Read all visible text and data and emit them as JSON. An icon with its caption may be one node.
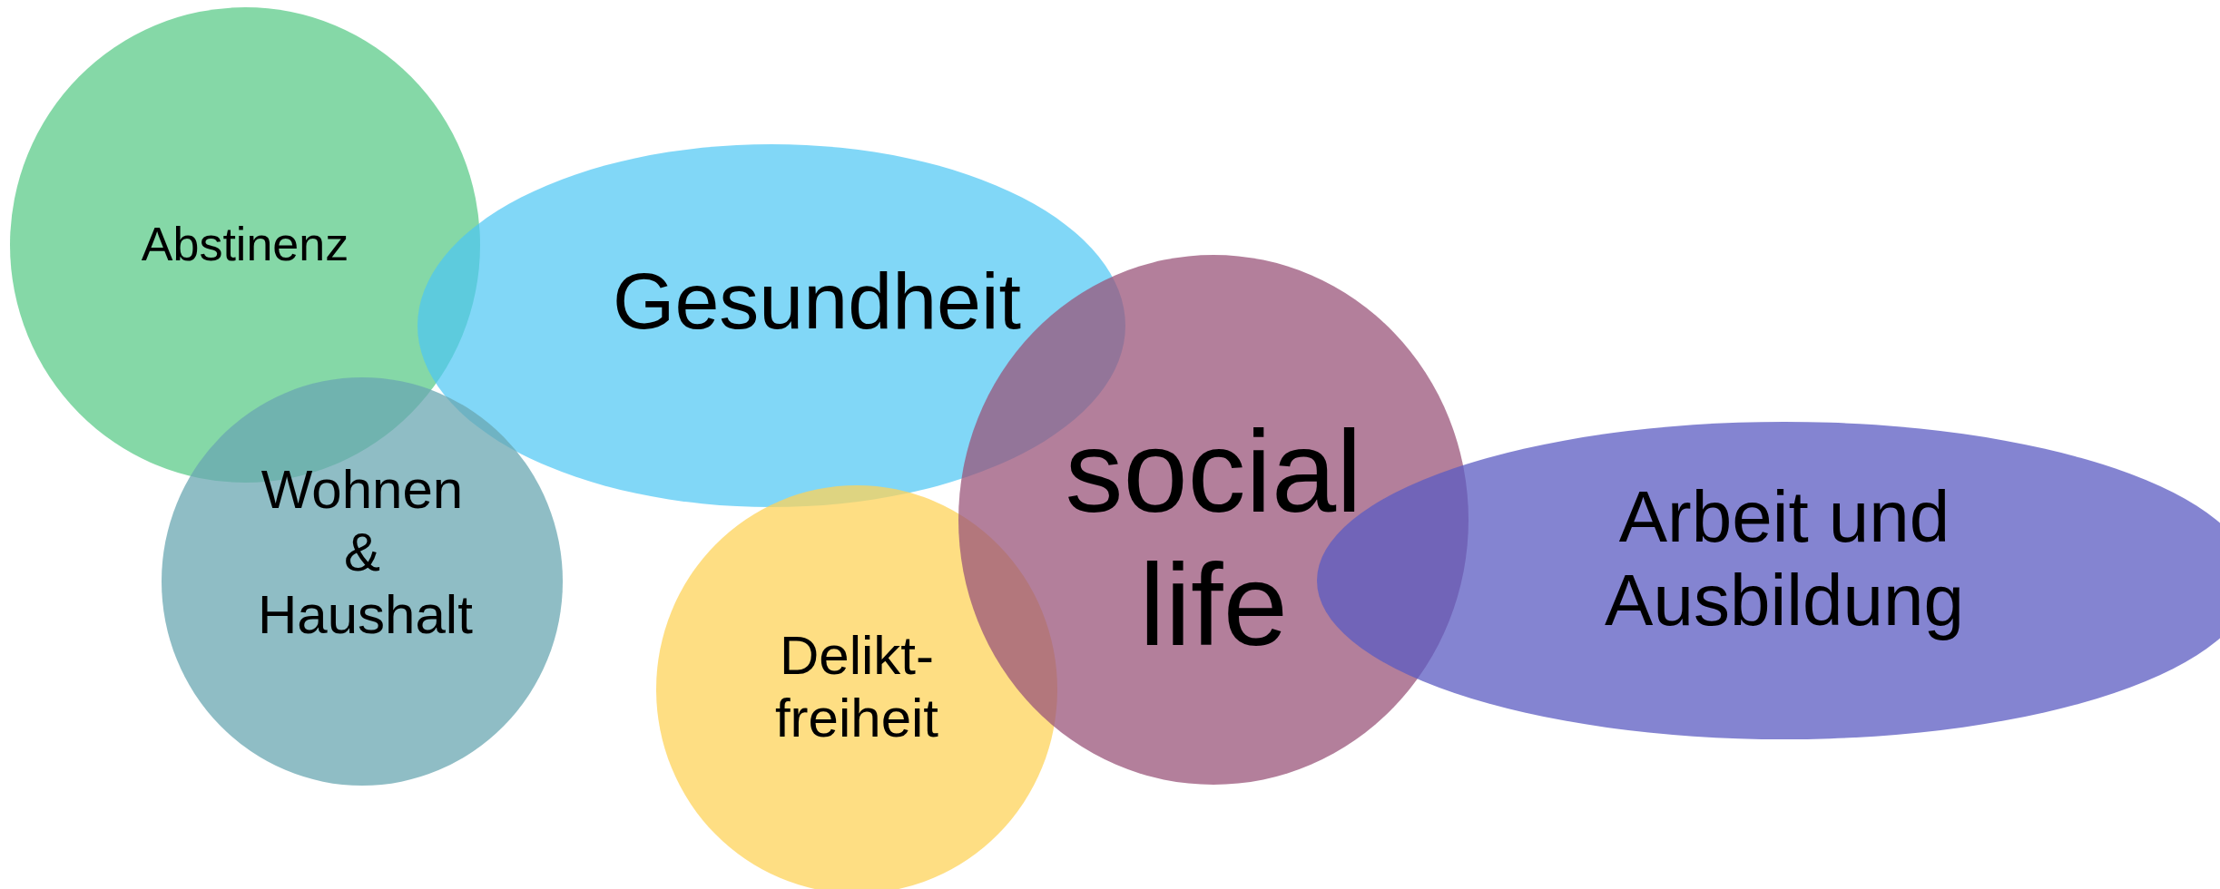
{
  "diagram": {
    "nodes": [
      {
        "text": [
          "Abstinenz"
        ]
      },
      {
        "text": [
          "Gesundheit"
        ]
      },
      {
        "text": [
          "Wohnen & Haushalt"
        ]
      },
      {
        "text": [
          "Delikt- freiheit"
        ]
      },
      {
        "text": [
          "social life"
        ]
      },
      {
        "text": [
          "Arbeit und Ausbildung"
        ]
      }
    ]
  }
}
